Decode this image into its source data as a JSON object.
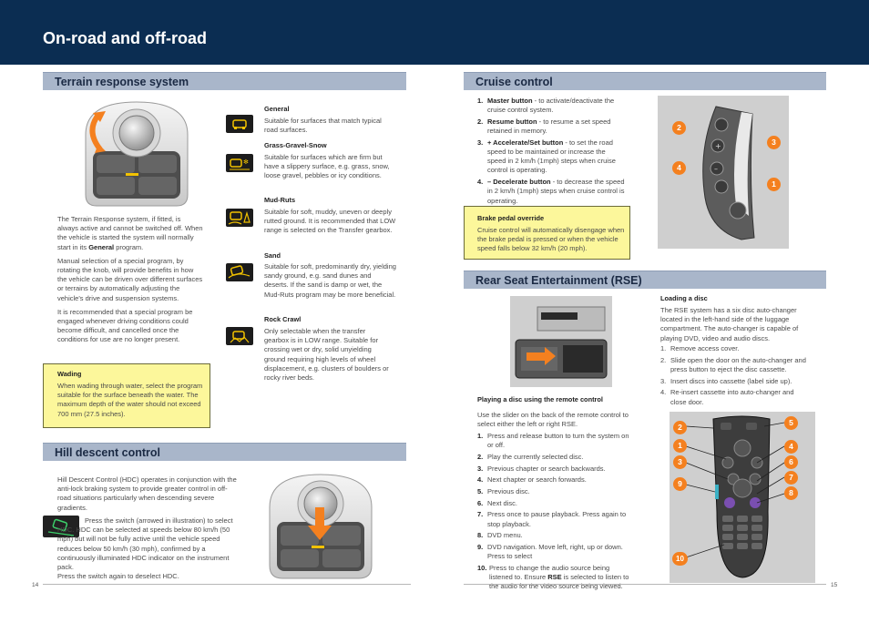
{
  "header": {
    "title": "On-road and off-road"
  },
  "terrain": {
    "heading": "Terrain response system",
    "para1_a": "The Terrain Response system, if fitted, is always active and cannot be switched off. When the vehicle is started the system will normally start in its ",
    "para1_b": "General",
    "para1_c": " program.",
    "para2": "Manual selection of a special program, by rotating the knob, will provide benefits in how the vehicle can be driven over different surfaces or terrains by automatically adjusting the vehicle's drive and suspension systems.",
    "para3": "It is recommended that a special program be engaged whenever driving conditions could become difficult, and cancelled once the conditions for use are no longer present.",
    "wading_title": "Wading",
    "wading_text": "When wading through water, select the program suitable for the surface beneath the water. The maximum depth of the water should not exceed 700 mm (27.5 inches).",
    "programs": [
      {
        "name": "General",
        "text": "Suitable for surfaces that match typical road surfaces.",
        "icon": "car-icon"
      },
      {
        "name": "Grass-Gravel-Snow",
        "text": "Suitable for surfaces which are firm but have a slippery surface, e.g. grass, snow, loose gravel, pebbles or icy conditions.",
        "icon": "grass-gravel-snow-icon"
      },
      {
        "name": "Mud-Ruts",
        "text": "Suitable for soft, muddy, uneven or deeply rutted ground. It is recommended that LOW range is selected on the Transfer gearbox.",
        "icon": "mud-ruts-icon"
      },
      {
        "name": "Sand",
        "text": "Suitable for soft, predominantly dry, yielding sandy ground, e.g. sand dunes and deserts. If the sand is damp or wet, the Mud-Ruts program may be more beneficial.",
        "icon": "sand-icon"
      },
      {
        "name": "Rock Crawl",
        "text": "Only selectable when the transfer gearbox is in LOW range. Suitable for crossing wet or dry, solid unyielding ground requiring high levels of wheel displacement, e.g. clusters of boulders or rocky river beds.",
        "icon": "rock-crawl-icon"
      }
    ]
  },
  "hdc": {
    "heading": "Hill descent control",
    "para1": "Hill Descent Control (HDC) operates in conjunction with the anti-lock braking system to provide greater control in off-road situations particularly when descending severe gradients.",
    "para2": "Press the switch (arrowed in illustration) to select HDC. HDC can be selected at speeds below 80 km/h (50 mph) but will not be fully active until the vehicle speed reduces below 50 km/h (30 mph), confirmed by a continuously illuminated HDC indicator on the instrument pack.",
    "para3": "Press the switch again to deselect HDC."
  },
  "cruise": {
    "heading": "Cruise control",
    "items": [
      {
        "n": "1.",
        "label": "Master button",
        "text": " - to activate/deactivate the cruise control system."
      },
      {
        "n": "2.",
        "label": "Resume button",
        "text": " - to resume a set speed retained in memory."
      },
      {
        "n": "3.",
        "label": "+ Accelerate/Set button",
        "text": " - to set the road speed to be maintained or increase the speed in 2 km/h (1mph) steps when cruise control is operating."
      },
      {
        "n": "4.",
        "label": "– Decelerate button",
        "text": " - to decrease the speed in 2 km/h (1mph) steps when cruise control is operating."
      }
    ],
    "brake_title": "Brake pedal override",
    "brake_text": "Cruise control will automatically disengage when the brake pedal is pressed or when the vehicle speed falls below 32 km/h (20 mph).",
    "badges": [
      "2",
      "3",
      "4",
      "1"
    ]
  },
  "rse": {
    "heading": "Rear Seat Entertainment (RSE)",
    "loading_title": "Loading a disc",
    "loading_text": "The RSE system has a six disc auto-changer located in the left-hand side of the luggage compartment. The auto-changer is capable of playing DVD, video and audio discs.",
    "loading_steps": [
      {
        "n": "1.",
        "text": "Remove access cover."
      },
      {
        "n": "2.",
        "text": "Slide open the door on the auto-changer and press button to eject the disc cassette."
      },
      {
        "n": "3.",
        "text": "Insert discs into cassette (label side up)."
      },
      {
        "n": "4.",
        "text": "Re-insert cassette into auto-changer and close door."
      }
    ],
    "playing_title": "Playing a disc using the remote control",
    "playing_intro": "Use the slider on the back of the remote control to select either the left or right RSE.",
    "playing_steps": [
      {
        "n": "1.",
        "text": "Press and release button to turn the system on or off."
      },
      {
        "n": "2.",
        "text": "Play the currently selected disc."
      },
      {
        "n": "3.",
        "text": "Previous chapter or search backwards."
      },
      {
        "n": "4.",
        "text": "Next chapter or search forwards."
      },
      {
        "n": "5.",
        "text": "Previous disc."
      },
      {
        "n": "6.",
        "text": "Next disc."
      },
      {
        "n": "7.",
        "text": "Press once to pause playback. Press again to stop playback."
      },
      {
        "n": "8.",
        "text": "DVD menu."
      },
      {
        "n": "9.",
        "text": "DVD navigation. Move left, right, up or down. Press to select"
      },
      {
        "n": "10.",
        "text_a": "Press to change the audio source being listened to. Ensure ",
        "text_b": "RSE",
        "text_c": " is selected to listen to the audio for the video source being viewed."
      }
    ],
    "remote_badges": [
      "2",
      "5",
      "1",
      "4",
      "3",
      "6",
      "9",
      "7",
      "8",
      "10"
    ]
  },
  "footer": {
    "left_page": "14",
    "right_page": "15"
  },
  "colors": {
    "header": "#0b2d52",
    "section": "#a9b6ca",
    "callout": "#fcf79b",
    "badge": "#f4801f"
  }
}
